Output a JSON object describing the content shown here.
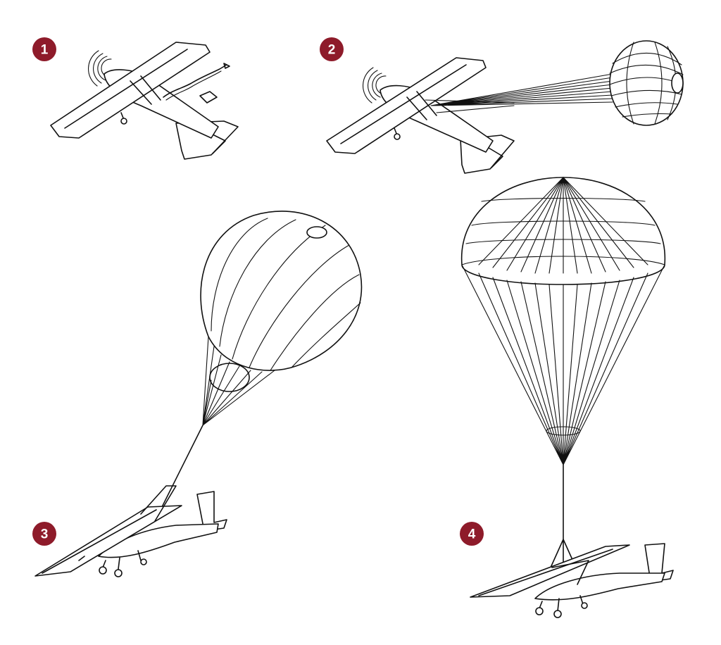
{
  "steps": [
    {
      "number": "1",
      "color": "#8e1b2a"
    },
    {
      "number": "2",
      "color": "#8e1b2a"
    },
    {
      "number": "3",
      "color": "#8e1b2a"
    },
    {
      "number": "4",
      "color": "#8e1b2a"
    }
  ]
}
